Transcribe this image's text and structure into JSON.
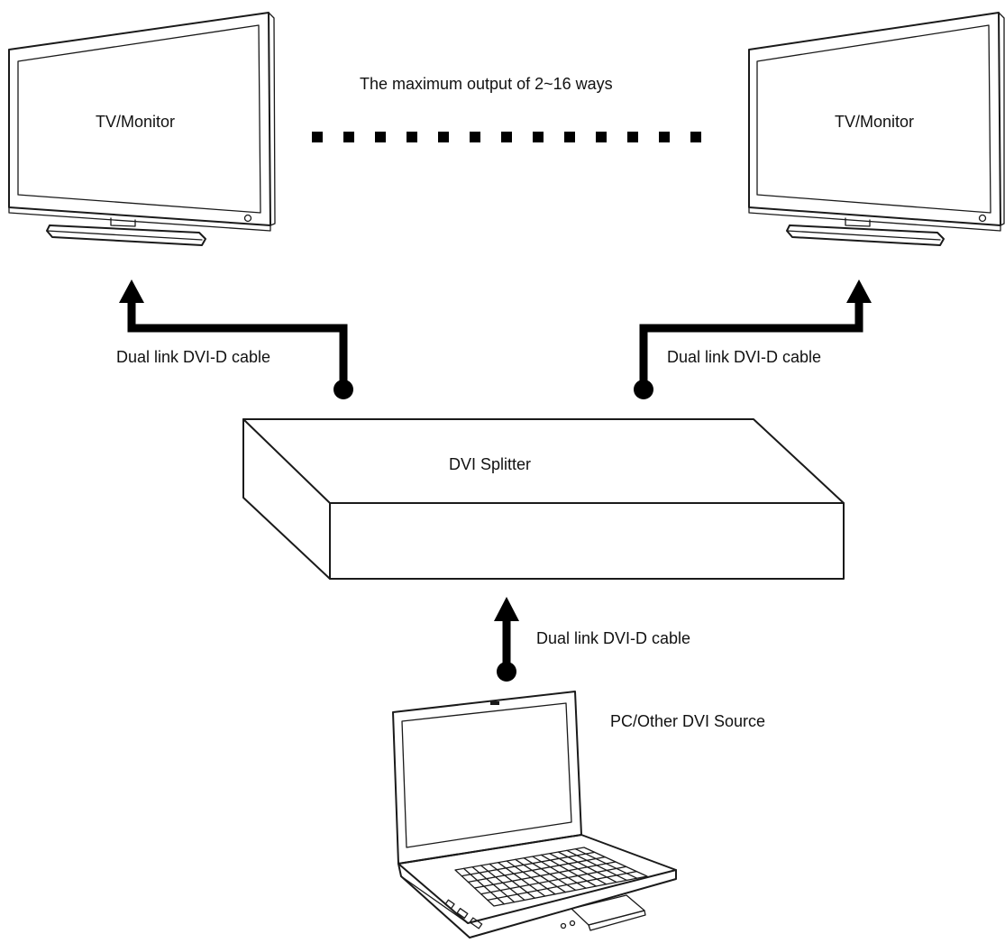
{
  "diagram": {
    "left_monitor_label": "TV/Monitor",
    "right_monitor_label": "TV/Monitor",
    "output_note": "The maximum output of 2~16 ways",
    "splitter_label": "DVI Splitter",
    "cable_left_label": "Dual link DVI-D cable",
    "cable_right_label": "Dual link DVI-D cable",
    "cable_input_label": "Dual link DVI-D cable",
    "source_label": "PC/Other DVI Source",
    "dot_count": 13,
    "colors": {
      "line": "#1a1a1a",
      "cable": "#000000",
      "background": "#ffffff"
    }
  }
}
